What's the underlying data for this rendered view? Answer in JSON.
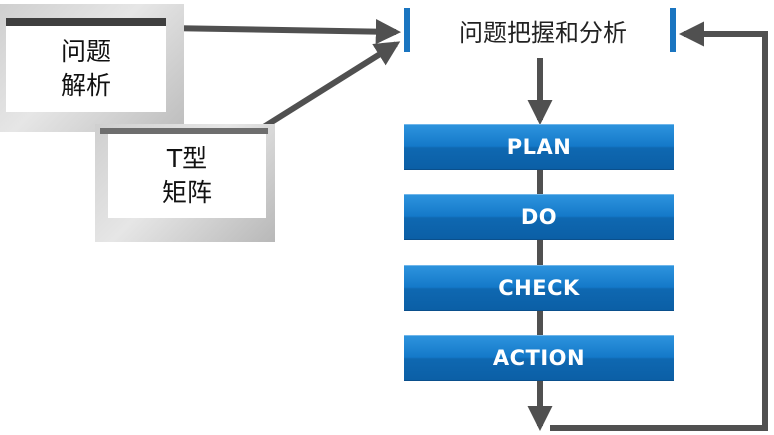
{
  "notes": {
    "problem_analysis": {
      "line1": "问题",
      "line2": "解析"
    },
    "t_matrix": {
      "line1": "T型",
      "line2": "矩阵"
    }
  },
  "heading": {
    "label": "问题把握和分析",
    "accent_color": "#1a75c0"
  },
  "cycle": {
    "steps": [
      {
        "label": "PLAN"
      },
      {
        "label": "DO"
      },
      {
        "label": "CHECK"
      },
      {
        "label": "ACTION"
      }
    ],
    "step_color": "#1479c9",
    "arrow_color": "#505050"
  }
}
